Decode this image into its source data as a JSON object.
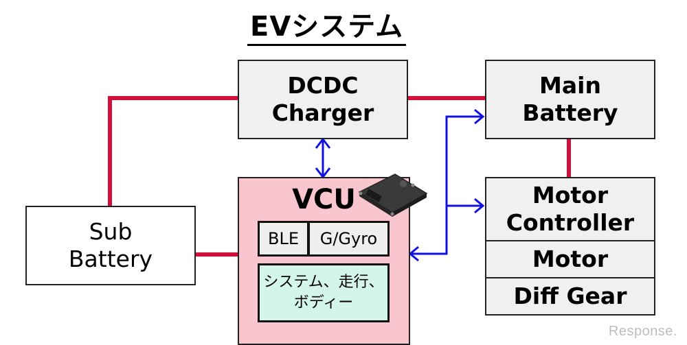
{
  "title": "EVシステム",
  "colors": {
    "power_line": "#d0103a",
    "signal_line": "#1010e0",
    "vcu_fill": "#f9c6cf",
    "func_fill": "#d4f5ea",
    "box_fill": "#f0f0f0"
  },
  "nodes": {
    "dcdc": {
      "line1": "DCDC",
      "line2": "Charger"
    },
    "main_battery": {
      "line1": "Main",
      "line2": "Battery"
    },
    "sub_battery": {
      "line1": "Sub",
      "line2": "Battery"
    },
    "vcu": {
      "label": "VCU",
      "ble": "BLE",
      "gyro": "G/Gyro",
      "func_line1": "システム、走行、",
      "func_line2": "ボディー",
      "image": "vcu-unit-photo"
    },
    "motor_controller": {
      "line1": "Motor",
      "line2": "Controller"
    },
    "motor": {
      "label": "Motor"
    },
    "diff_gear": {
      "label": "Diff Gear"
    }
  },
  "connections": [
    {
      "from": "Sub Battery",
      "to": "DCDC Charger",
      "type": "power"
    },
    {
      "from": "Sub Battery",
      "to": "VCU",
      "type": "power"
    },
    {
      "from": "DCDC Charger",
      "to": "Main Battery",
      "type": "power"
    },
    {
      "from": "Main Battery",
      "to": "Motor Controller",
      "type": "power"
    },
    {
      "from": "DCDC Charger",
      "to": "VCU",
      "type": "signal-bidirectional"
    },
    {
      "from": "VCU",
      "to": "Main Battery",
      "type": "signal"
    },
    {
      "from": "VCU",
      "to": "Motor Controller",
      "type": "signal"
    }
  ],
  "watermark": "Response."
}
